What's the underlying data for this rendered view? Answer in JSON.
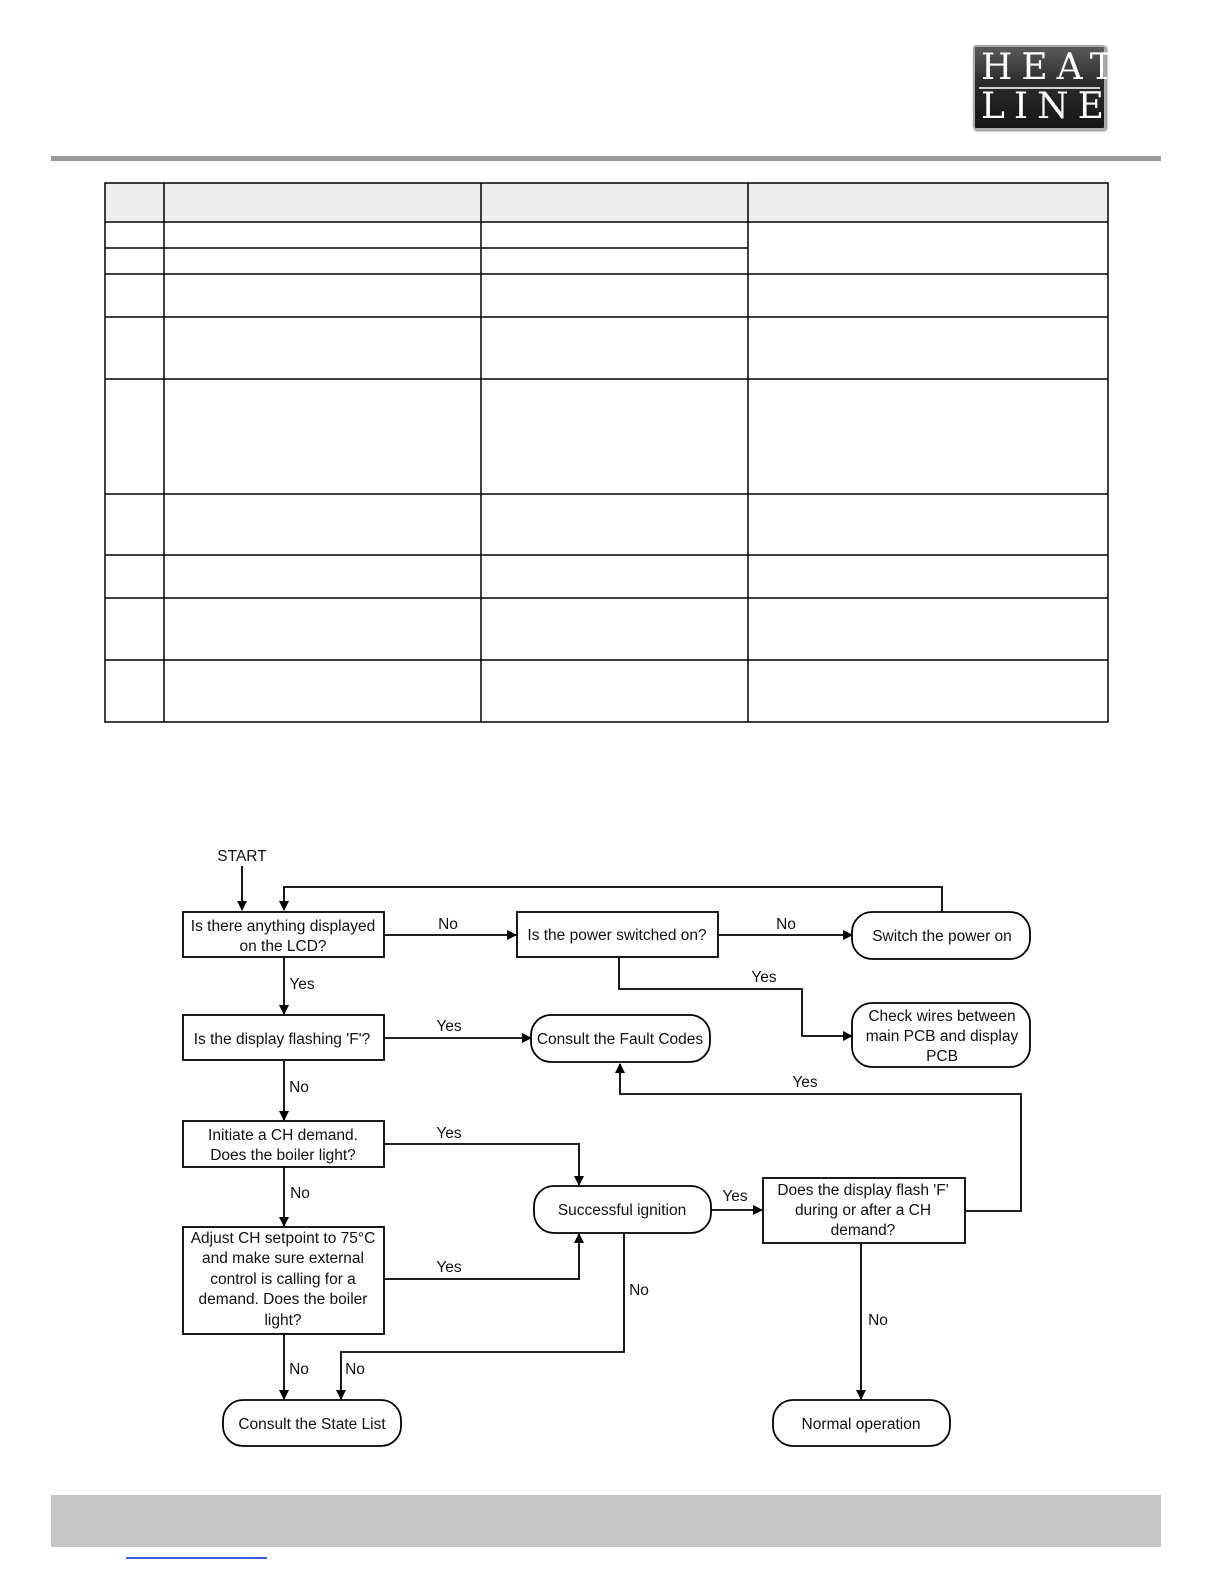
{
  "header": {
    "logo": {
      "line1": "HEAT",
      "line2": "LINE"
    }
  },
  "flowchart": {
    "start": "START",
    "q_lcd": [
      "Is there anything displayed",
      "on the LCD?"
    ],
    "q_power": "Is the power switched on?",
    "a_switch_on": "Switch the power on",
    "a_check_wires": [
      "Check wires between",
      "main PCB and display",
      "PCB"
    ],
    "q_flashing": "Is the display flashing 'F'?",
    "a_fault_codes": "Consult the Fault Codes",
    "q_ch_demand": [
      "Initiate a CH demand.",
      "Does the boiler light?"
    ],
    "a_ignition": "Successful ignition",
    "q_flash_after": [
      "Does the display flash 'F'",
      "during or after a CH",
      "demand?"
    ],
    "q_setpoint": [
      "Adjust CH setpoint to 75°C",
      "and make sure external",
      "control is calling for a",
      "demand. Does the boiler",
      "light?"
    ],
    "a_state_list": "Consult the State List",
    "a_normal": "Normal operation",
    "yes": "Yes",
    "no": "No"
  }
}
